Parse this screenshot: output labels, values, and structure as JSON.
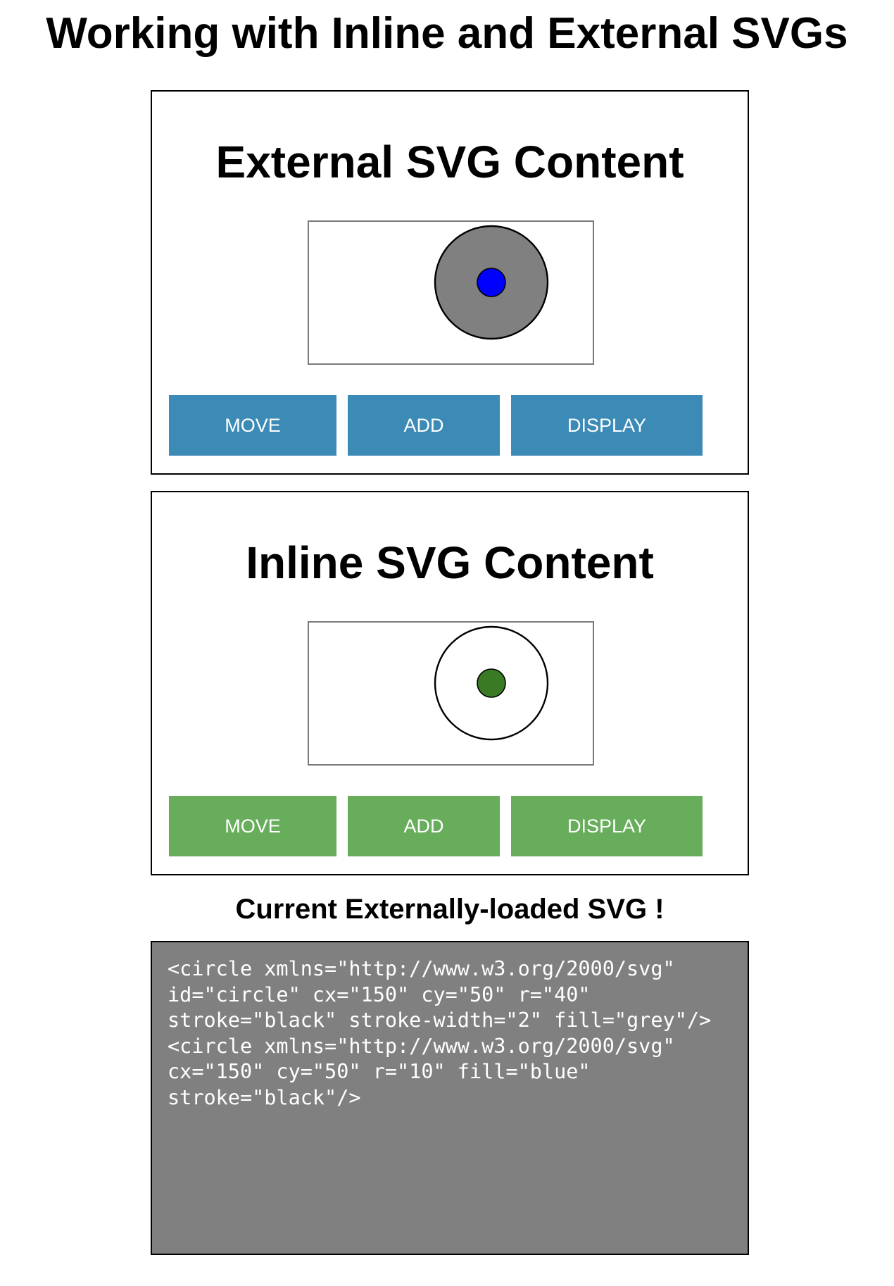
{
  "page": {
    "title": "Working with Inline and External SVGs"
  },
  "external_panel": {
    "heading": "External SVG Content",
    "buttons": {
      "move": "MOVE",
      "add": "ADD",
      "display": "DISPLAY"
    },
    "button_color": "#3c8ab6",
    "outer_circle_fill": "grey",
    "inner_circle_fill": "blue"
  },
  "inline_panel": {
    "heading": "Inline SVG Content",
    "buttons": {
      "move": "MOVE",
      "add": "ADD",
      "display": "DISPLAY"
    },
    "button_color": "#68ad5c",
    "outer_circle_fill": "white",
    "inner_circle_fill": "#3a7a25"
  },
  "current_svg": {
    "label": "Current Externally-loaded SVG !",
    "code": "<circle xmlns=\"http://www.w3.org/2000/svg\" id=\"circle\" cx=\"150\" cy=\"50\" r=\"40\" stroke=\"black\" stroke-width=\"2\" fill=\"grey\"/> <circle xmlns=\"http://www.w3.org/2000/svg\" cx=\"150\" cy=\"50\" r=\"10\" fill=\"blue\" stroke=\"black\"/>"
  }
}
